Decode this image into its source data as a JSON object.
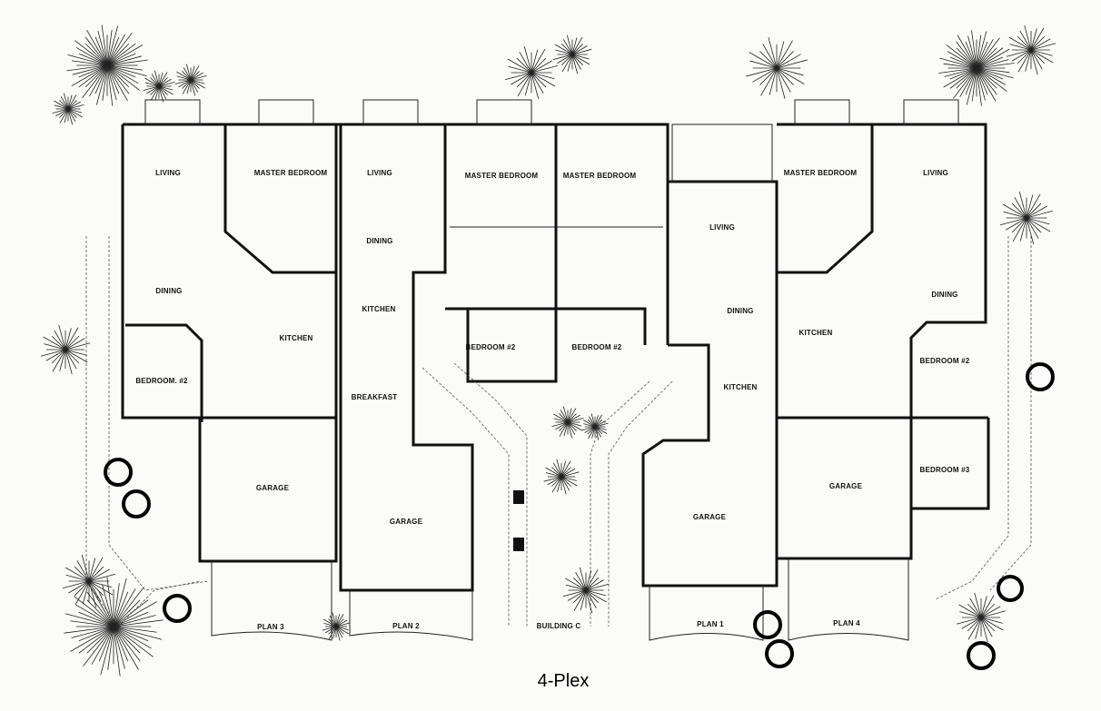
{
  "rooms": {
    "plan3": {
      "living": "LIVING",
      "master": "MASTER BEDROOM",
      "dining": "DINING",
      "kitchen": "KITCHEN",
      "bedroom2": "BEDROOM. #2",
      "garage": "GARAGE",
      "plan": "PLAN 3"
    },
    "plan2": {
      "living": "LIVING",
      "master": "MASTER BEDROOM",
      "dining": "DINING",
      "kitchen": "KITCHEN",
      "bedroom2": "BEDROOM #2",
      "breakfast": "BREAKFAST",
      "garage": "GARAGE",
      "plan": "PLAN 2"
    },
    "plan1": {
      "living": "LIVING",
      "master": "MASTER BEDROOM",
      "dining": "DINING",
      "kitchen": "KITCHEN",
      "bedroom2": "BEDROOM #2",
      "garage": "GARAGE",
      "plan": "PLAN 1"
    },
    "plan4": {
      "living": "LIVING",
      "master": "MASTER BEDROOM",
      "dining": "DINING",
      "kitchen": "KITCHEN",
      "bedroom2": "BEDROOM #2",
      "bedroom3": "BEDROOM #3",
      "garage": "GARAGE",
      "plan": "PLAN 4"
    }
  },
  "building_label": "BUILDING C",
  "caption": "4-Plex"
}
